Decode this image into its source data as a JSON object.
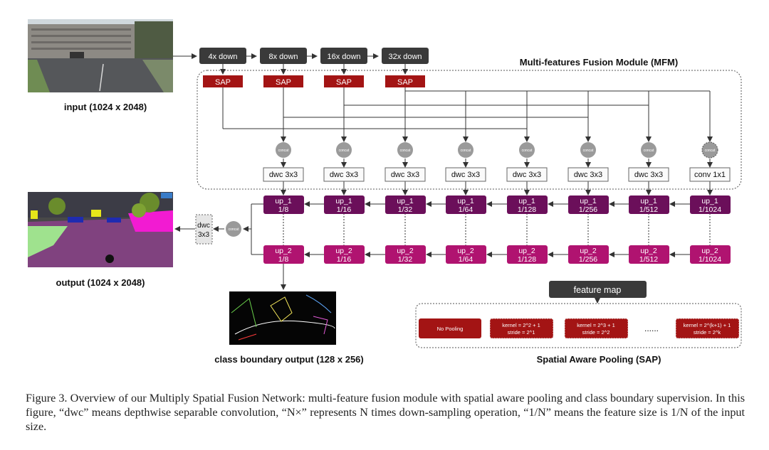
{
  "figure": {
    "input_label": "input (1024 x 2048)",
    "output_label": "output (1024 x 2048)",
    "boundary_label": "class boundary output (128 x 256)",
    "mfm_title": "Multi-features Fusion Module (MFM)",
    "sap_title": "Spatial Aware Pooling (SAP)",
    "down": [
      "4x down",
      "8x down",
      "16x down",
      "32x down"
    ],
    "sap_label": "SAP",
    "concat_label": "concat",
    "mfm_convs": [
      "dwc 3x3",
      "dwc 3x3",
      "dwc 3x3",
      "dwc 3x3",
      "dwc 3x3",
      "dwc 3x3",
      "dwc 3x3",
      "conv 1x1"
    ],
    "up1": [
      {
        "name": "up_1",
        "scale": "1/8"
      },
      {
        "name": "up_1",
        "scale": "1/16"
      },
      {
        "name": "up_1",
        "scale": "1/32"
      },
      {
        "name": "up_1",
        "scale": "1/64"
      },
      {
        "name": "up_1",
        "scale": "1/128"
      },
      {
        "name": "up_1",
        "scale": "1/256"
      },
      {
        "name": "up_1",
        "scale": "1/512"
      },
      {
        "name": "up_1",
        "scale": "1/1024"
      }
    ],
    "up2": [
      {
        "name": "up_2",
        "scale": "1/8"
      },
      {
        "name": "up_2",
        "scale": "1/16"
      },
      {
        "name": "up_2",
        "scale": "1/32"
      },
      {
        "name": "up_2",
        "scale": "1/64"
      },
      {
        "name": "up_2",
        "scale": "1/128"
      },
      {
        "name": "up_2",
        "scale": "1/256"
      },
      {
        "name": "up_2",
        "scale": "1/512"
      },
      {
        "name": "up_2",
        "scale": "1/1024"
      }
    ],
    "out_dwc": [
      "dwc",
      "3x3"
    ],
    "feature_map": "feature map",
    "sap_items": [
      {
        "line1": "No Pooling",
        "line2": ""
      },
      {
        "line1": "kernel = 2^2 + 1",
        "line2": "stride = 2^1"
      },
      {
        "line1": "kernel = 2^3 + 1",
        "line2": "stride = 2^2"
      },
      {
        "line1": "kernel = 2^(k+1) + 1",
        "line2": "stride = 2^k"
      }
    ],
    "ellipsis": "......",
    "caption": "Figure 3. Overview of our Multiply Spatial Fusion Network: multi-feature fusion module with spatial aware pooling and class boundary supervision. In this figure, “dwc” means depthwise separable convolution, “N×” represents N times down-sampling operation, “1/N” means the feature size is 1/N of the input size."
  },
  "colors": {
    "dark": "#3a3a3a",
    "sap_red": "#a31414",
    "up1": "#6b0f5a",
    "up2": "#b01370",
    "concat": "#9a9a9a",
    "line": "#333333"
  }
}
